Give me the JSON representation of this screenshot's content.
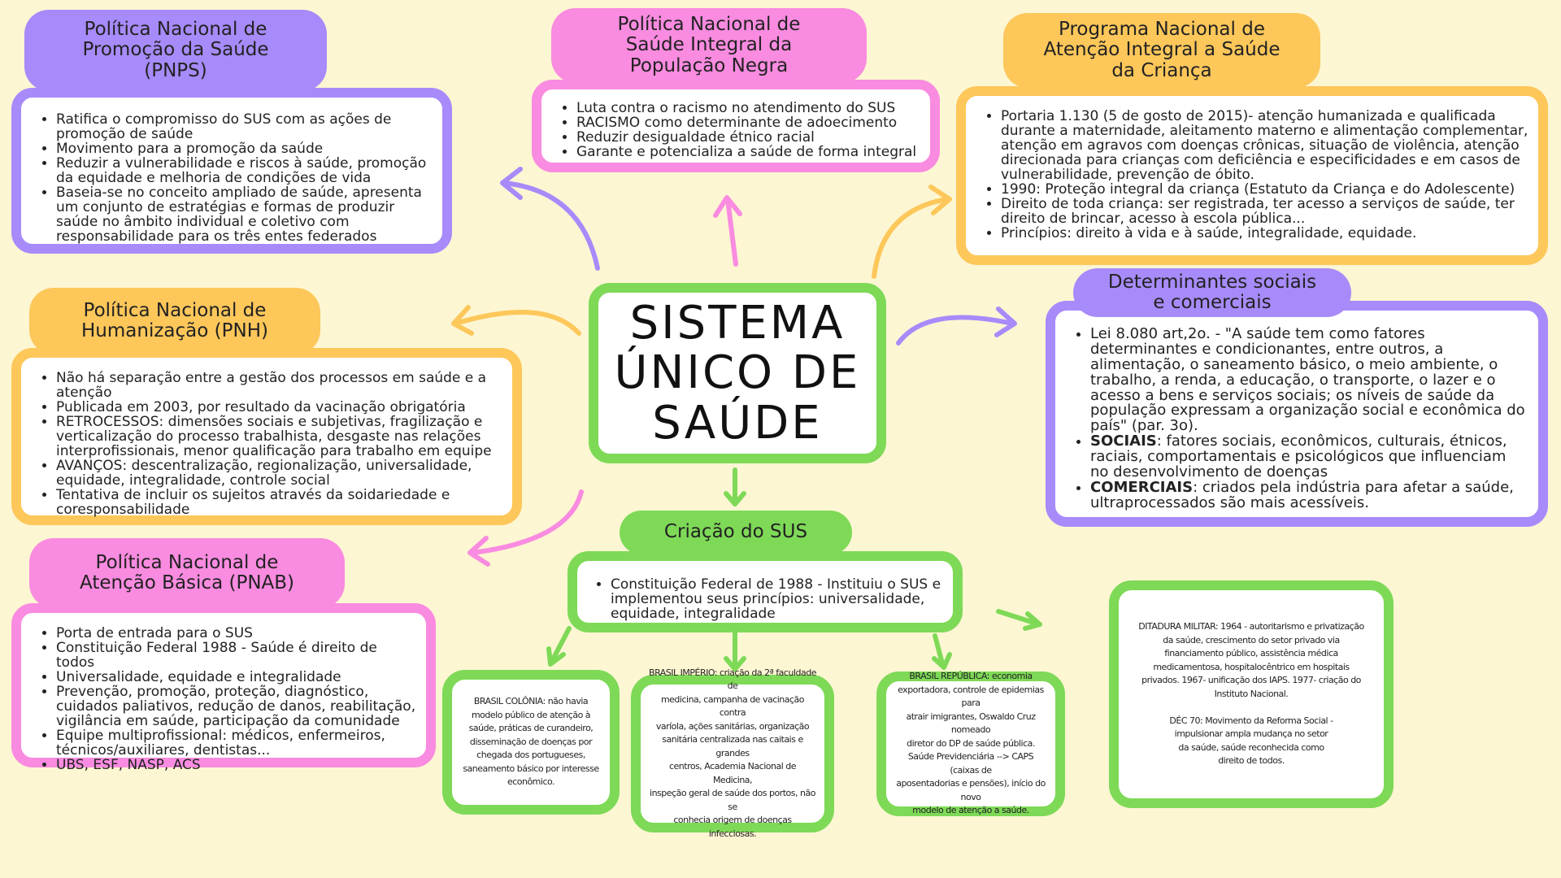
{
  "colors": {
    "purple": "#a78bfa",
    "pink": "#f98be0",
    "orange": "#fdc75a",
    "green": "#7ed957",
    "background": "#fdf6d3"
  },
  "center": {
    "title": "SISTEMA\nÚNICO DE\nSAÚDE"
  },
  "pnps": {
    "title": "Política Nacional de\nPromoção da Saúde\n(PNPS)",
    "items": [
      "Ratifica o compromisso do SUS com as ações de promoção de saúde",
      "Movimento para a promoção da saúde",
      "Reduzir a vulnerabilidade e riscos à saúde, promoção da equidade e melhoria de condições de vida",
      "Baseia-se no conceito ampliado de saúde, apresenta um conjunto de estratégias e formas de produzir saúde no âmbito individual e coletivo com responsabilidade para os três entes federados"
    ]
  },
  "pnsipn": {
    "title": "Política Nacional de\nSaúde Integral da\nPopulação Negra",
    "items": [
      "Luta contra o racismo no atendimento do SUS",
      "RACISMO como determinante de adoecimento",
      "Reduzir desigualdade étnico racial",
      "Garante e potencializa a saúde de forma integral"
    ]
  },
  "pnaisc": {
    "title": "Programa Nacional de\nAtenção Integral a Saúde\nda Criança",
    "items": [
      "Portaria 1.130 (5 de gosto de 2015)- atenção humanizada e qualificada durante a maternidade, aleitamento materno e alimentação complementar, atenção em agravos com doenças crônicas, situação de violência, atenção direcionada para crianças com deficiência e especificidades e em casos de vulnerabilidade, prevenção de óbito.",
      "1990: Proteção integral da criança (Estatuto da Criança e do Adolescente)",
      "Direito de toda criança: ser registrada, ter acesso a serviços de saúde, ter direito de brincar, acesso à escola pública...",
      "Princípios: direito à vida e à saúde, integralidade, equidade."
    ]
  },
  "determinantes": {
    "title": "Determinantes sociais\ne comerciais",
    "item1": "Lei 8.080 art,2o. - \"A saúde tem como fatores determinantes e condicionantes, entre outros, a alimentação, o saneamento básico, o meio ambiente, o trabalho, a renda, a educação, o transporte, o lazer e o acesso a bens e serviços sociais; os níveis de saúde da população expressam a organização social e econômica do país\" (par. 3o).",
    "item2_label": "SOCIAIS",
    "item2_text": ": fatores sociais, econômicos, culturais, étnicos, raciais, comportamentais e psicológicos que influenciam no desenvolvimento de doenças",
    "item3_label": "COMERCIAIS",
    "item3_text": ": criados pela indústria para afetar a saúde, ultraprocessados são mais acessíveis."
  },
  "pnh": {
    "title": "Política Nacional de\nHumanização (PNH)",
    "items": [
      "Não há separação entre a gestão dos processos em saúde e a atenção",
      "Publicada em 2003, por resultado da vacinação obrigatória",
      "RETROCESSOS: dimensões sociais e subjetivas, fragilização e verticalização do processo trabalhista, desgaste nas relações interprofissionais, menor qualificação para trabalho em equipe",
      "AVANÇOS: descentralização, regionalização, universalidade, equidade, integralidade, controle social",
      "Tentativa de incluir os sujeitos através da soidariedade e coresponsabilidade"
    ]
  },
  "pnab": {
    "title": "Política Nacional de\nAtenção Básica (PNAB)",
    "items": [
      "Porta de entrada para o SUS",
      "Constituição Federal 1988 - Saúde é direito de todos",
      "Universalidade, equidade e integralidade",
      "Prevenção, promoção, proteção, diagnóstico, cuidados paliativos, redução de danos, reabilitação, vigilância em saúde, participação da comunidade",
      "Equipe multiprofissional: médicos, enfermeiros, técnicos/auxiliares, dentistas...",
      "UBS, ESF, NASP, ACS"
    ]
  },
  "criacao": {
    "title": "Criação do SUS",
    "items": [
      "Constituição Federal de 1988 - Instituiu o SUS e implementou seus princípios: universalidade, equidade, integralidade"
    ]
  },
  "history": {
    "colonia": "BRASIL COLÔNIA: não havia\nmodelo público de atenção à\nsaúde, práticas de curandeiro,\ndisseminação de doenças por\nchegada dos portugueses,\nsaneamento básico por interesse\neconômico.",
    "imperio": "BRASIL IMPÉRIO: criação da 2ª faculdade de\nmedicina, campanha de vacinação contra\nvaríola, ações sanitárias, organização\nsanitária centralizada nas caitais e grandes\ncentros, Academia Nacional de Medicina,\ninspeção geral de saúde dos portos, não se\nconhecia origem de doenças infecciosas.",
    "republica": "BRASIL REPÚBLICA: economia\nexportadora, controle de epidemias para\natrair imigrantes, Oswaldo Cruz nomeado\ndiretor do DP de saúde pública.\nSaúde Previdenciária --> CAPS (caixas de\naposentadorias e pensões), início do novo\nmodelo de atenção a saúde.",
    "ditadura": "DITADURA MILITAR: 1964 - autoritarismo e privatização\nda saúde, crescimento do setor privado via\nfinanciamento público, assistência médica\nmedicamentosa, hospitalocêntrico em hospitais\nprivados. 1967- unificação dos IAPS. 1977- criação do\nInstituto Nacional.\n\nDÉC 70: Movimento da Reforma Social -\nimpulsionar ampla mudança no setor\nda saúde, saúde reconhecida como\ndireito de todos."
  }
}
